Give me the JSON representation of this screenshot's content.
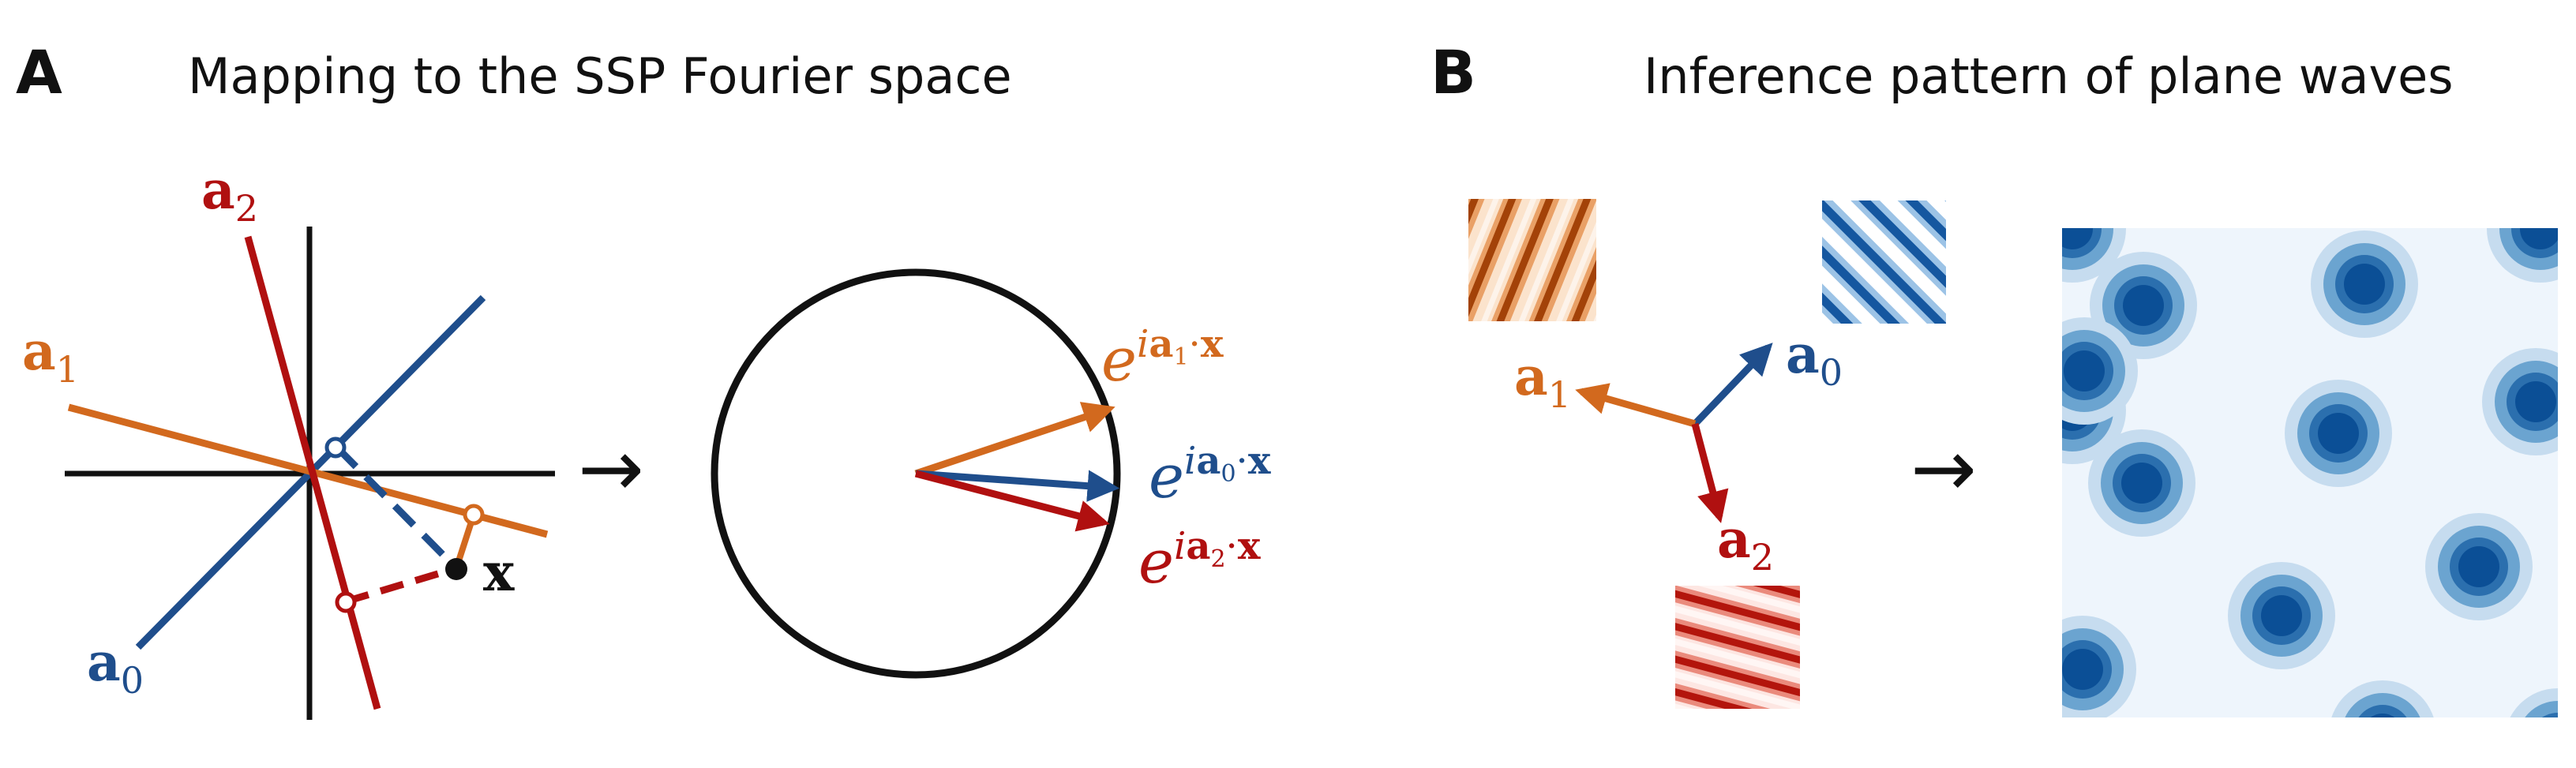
{
  "panels": [
    {
      "letter": "A",
      "title": "Mapping to the SSP Fourier space"
    },
    {
      "letter": "B",
      "title": "Inference pattern of plane waves"
    }
  ],
  "vectors": {
    "a0": {
      "base": "a",
      "sub": "0",
      "color": "#1f4e8c"
    },
    "a1": {
      "base": "a",
      "sub": "1",
      "color": "#d2691e"
    },
    "a2": {
      "base": "a",
      "sub": "2",
      "color": "#b01010"
    }
  },
  "point_label": "x",
  "phasors": [
    {
      "key": "a1",
      "e": "e",
      "i": "i",
      "a": "a",
      "sub": "1",
      "dot": "·",
      "x": "x",
      "color": "#d2691e"
    },
    {
      "key": "a0",
      "e": "e",
      "i": "i",
      "a": "a",
      "sub": "0",
      "dot": "·",
      "x": "x",
      "color": "#1f4e8c"
    },
    {
      "key": "a2",
      "e": "e",
      "i": "i",
      "a": "a",
      "sub": "2",
      "dot": "·",
      "x": "x",
      "color": "#b01010"
    }
  ],
  "arrows": {
    "map_A": "→",
    "map_B": "→"
  },
  "colors": {
    "ink": "#111111",
    "blue_light": "#eef5fc",
    "blue_1": "#c6dcef",
    "blue_2": "#6ba4d0",
    "blue_3": "#2b6fae",
    "blue_4": "#0b4f96"
  }
}
